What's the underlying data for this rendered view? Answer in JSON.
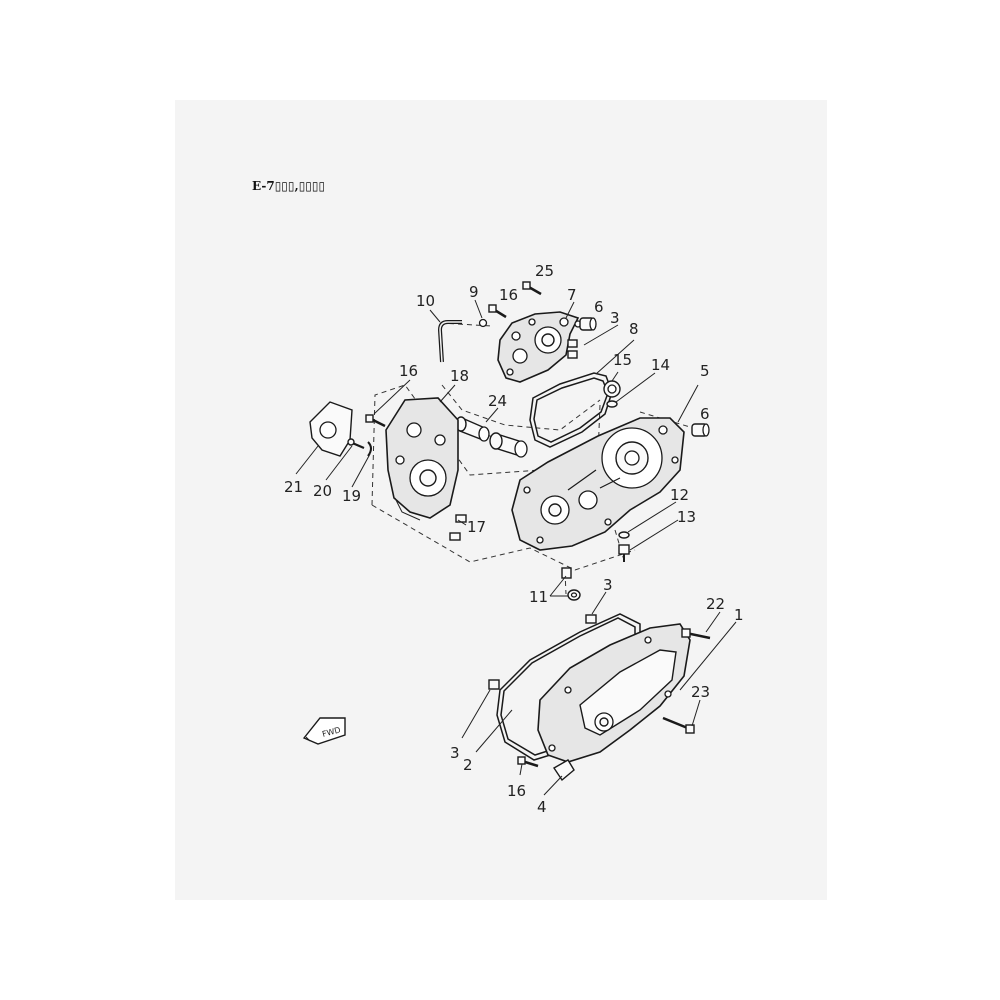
{
  "title": "E-7▯▯▯,▯▯▯▯",
  "fwd_label": "FWD",
  "part_numbers": [
    "25",
    "9",
    "16",
    "7",
    "10",
    "6",
    "3",
    "8",
    "15",
    "14",
    "5",
    "16",
    "18",
    "24",
    "6",
    "21",
    "20",
    "19",
    "17",
    "12",
    "13",
    "11",
    "3",
    "22",
    "1",
    "23",
    "3",
    "2",
    "16",
    "4"
  ]
}
